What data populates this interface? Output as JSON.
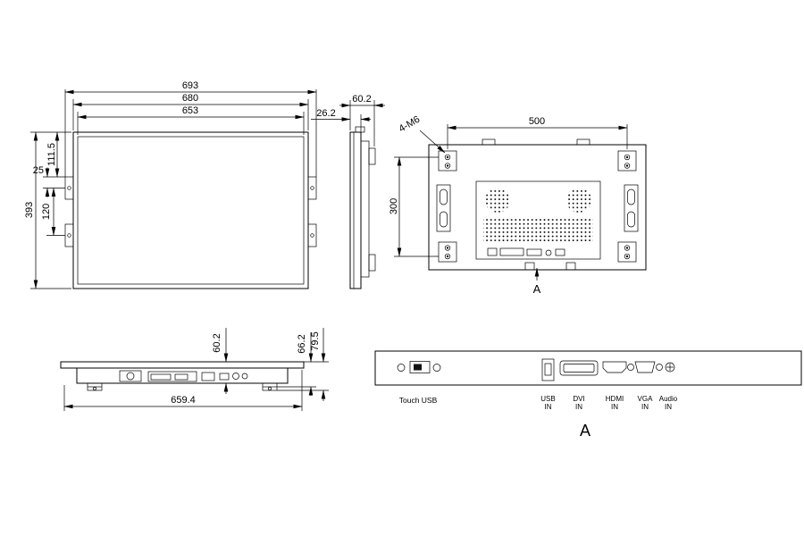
{
  "drawing": {
    "front_view": {
      "width_outer": "693",
      "width_frame": "680",
      "width_screen": "653",
      "height": "393",
      "bracket_top_offset": "111.5",
      "bracket_hole_offset": "25",
      "bracket_pitch": "120"
    },
    "side_view": {
      "front_depth": "26.2",
      "total_depth": "60.2"
    },
    "rear_view": {
      "mount_hole_spec": "4-M6",
      "vesa_width": "500",
      "vesa_height": "300",
      "section_arrow_label": "A"
    },
    "bottom_view": {
      "body_depth": "60.2",
      "width": "659.4",
      "depth_with_bracket": "66.2",
      "total_depth": "79.5"
    },
    "detail_view": {
      "touch_label": "Touch  USB",
      "ports": [
        {
          "name": "USB",
          "dir": "IN"
        },
        {
          "name": "DVI",
          "dir": "IN"
        },
        {
          "name": "HDMI",
          "dir": "IN"
        },
        {
          "name": "VGA",
          "dir": "IN"
        },
        {
          "name": "Audio",
          "dir": "IN"
        }
      ],
      "section_label": "A"
    }
  }
}
